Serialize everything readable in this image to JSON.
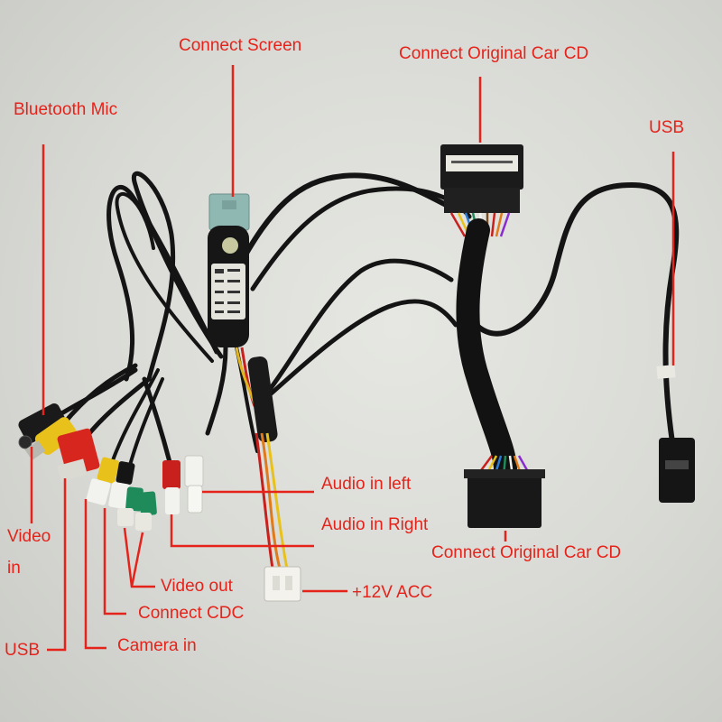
{
  "labels": {
    "connect_screen": "Connect Screen",
    "connect_original_car_cd_top": "Connect Original Car CD",
    "bluetooth_mic": "Bluetooth Mic",
    "usb_right": "USB",
    "video_in_line1": "Video",
    "video_in_line2": "in",
    "audio_in_left": "Audio in left",
    "audio_in_right": "Audio in Right",
    "connect_original_car_cd_bottom": "Connect Original Car CD",
    "video_out": "Video out",
    "plus12v_acc": "+12V ACC",
    "connect_cdc": "Connect CDC",
    "usb_left": "USB",
    "camera_in": "Camera in"
  },
  "colors": {
    "annotation": "#e5231b",
    "cable": "#141414",
    "rca_yellow": "#e8c21a",
    "rca_green": "#1f8a5a",
    "rca_red": "#c8201c",
    "rca_white": "#f2f2ee",
    "usb_red": "#d7261e",
    "screen_plug": "#8fb8b3"
  }
}
